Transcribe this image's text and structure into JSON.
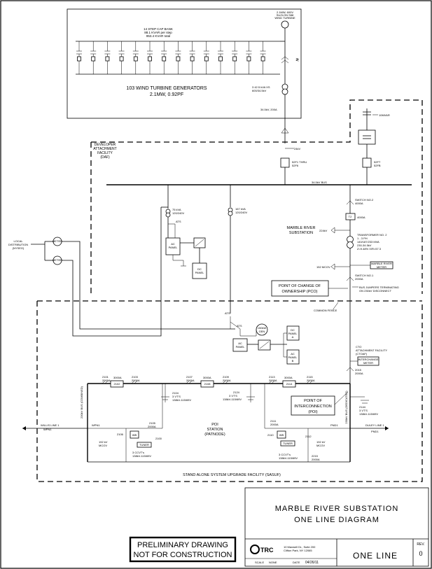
{
  "wind_farm": {
    "cap_bank": [
      "14 STEP CAP BANK",
      "88.1 KVAR per step",
      "953.4 KVAR total"
    ],
    "generators": [
      "103 WIND TURBINE GENERATORS",
      "2.1MW, 0.92PF"
    ],
    "turbine_rating": [
      "2.1MW, 600V",
      "SUZLON S88",
      "WIND TURBINE"
    ],
    "xfmr": [
      "3 42.5 kVA XS",
      "600/34.5kV"
    ],
    "feeder": "34.5kV, 200A"
  },
  "daf": {
    "title": [
      "DEVELOPER",
      "ATTACHMENT",
      "FACILITY",
      "(DAF)"
    ],
    "arrester_24kv": "24kV",
    "bkr_left": [
      "52F1 THRU",
      "52F6"
    ],
    "bkr_right": [
      "52FT",
      "52FB"
    ],
    "cap_rating": "10MVAR",
    "bus": "34.5kV BUS",
    "station_xfmr_1": [
      "75 kVA",
      "120/240V"
    ],
    "station_xfmr_2": [
      "167 kVA",
      "120/240V"
    ],
    "ats": "ATS",
    "ac_panel": [
      "AC",
      "PANEL"
    ],
    "dc_panel": [
      "DC",
      "PANEL"
    ],
    "switch_2": [
      "SWITCH NO.2",
      "4000A"
    ],
    "t2": "T2",
    "t2_rating": "4000A",
    "substation": [
      "MARBLE RIVER",
      "SUBSTATION"
    ],
    "mcov_224": "224kV",
    "transformer": [
      "TRANSFORMER NO. 2",
      "1 - 3 PH",
      "140/187/233 MVA",
      "230-34.5kV",
      "Z=9.48% X/R=57.3"
    ],
    "mcov_152": "152 MCOV",
    "meter": [
      "MARBLE RIVER",
      "METER"
    ],
    "switch_1": [
      "SWITCH NO.1",
      "2000A"
    ]
  },
  "local_dist": [
    "LOCAL",
    "DISTRIBUTION",
    "(NYSEG)"
  ],
  "meter_small": "METER",
  "pco": [
    "POINT OF CHANGE OF",
    "OWNERSHIP (PCO)"
  ],
  "bus_jumpers": [
    "BUS JUMPERS TERMINATING",
    "ON 230kV DISCONNECT"
  ],
  "common_fence": "COMMON FENCE",
  "poi_area": {
    "ats": "ATS",
    "gen": [
      "150kW",
      "GEN"
    ],
    "ac_panel": [
      "AC",
      "PANEL",
      "B"
    ],
    "dc_panel": [
      "DC",
      "PANEL",
      "A"
    ],
    "panel_1": [
      "AC",
      "PANEL"
    ],
    "ctf": [
      "CTO",
      "ATTACHMENT FACILITY",
      "(CTOAF)"
    ],
    "interchange_meter": [
      "INTERCHANGE",
      "METER"
    ],
    "sw_2015": [
      "2015",
      "2000A"
    ],
    "bus_label_left": "230kV BUS (COMBINED)",
    "bus_label_right": "230kV BUS (DEDICATED)",
    "devices": {
      "d2101": [
        "2101",
        "2000A"
      ],
      "d3000a1": "3000A",
      "d2102": "2102",
      "d2103": [
        "2103",
        "2000A"
      ],
      "d2107": [
        "2107",
        "2000A"
      ],
      "d3000a2": "3000A",
      "d2108": "2108",
      "d2109": [
        "2109",
        "2000A"
      ],
      "d2113": [
        "2113",
        "2000A"
      ],
      "d3000a3": "3000A",
      "d2114": "2114",
      "d2115": [
        "2115",
        "2000A"
      ],
      "d2104": "2104",
      "d2124": "2124",
      "d2144": "2144",
      "vt1": [
        "3 VT'S",
        "138kV-115/69V"
      ],
      "vt2": [
        "3 VT'S",
        "138kV-115/69V"
      ],
      "vt3": [
        "3 VT'S",
        "138kV-115/69V"
      ]
    },
    "poi": [
      "POINT OF",
      "INTERCONNECTION",
      "(POI)"
    ],
    "station": [
      "POI",
      "STATION",
      "(PATNODE)"
    ],
    "line_left": [
      "WILLIS LINE 1",
      "WPN1"
    ],
    "line_right": [
      "DULEY LINE 1",
      "PND1"
    ],
    "lv": {
      "wpn1": "WPN1",
      "pnd1": "PND1",
      "d2105": [
        "2105",
        "2000A"
      ],
      "d2106": "2106",
      "d2100": "2100",
      "d2111": [
        "2111",
        "2000A"
      ],
      "d2110": "2110",
      "d2112": "2112",
      "wb": "WB",
      "tuner_l": "TUNER",
      "tuner_r": "TUNER",
      "mcov_l": [
        "192 kV",
        "MCOV"
      ],
      "mcov_r": [
        "192 kV",
        "MCOV"
      ],
      "ccvt_l": [
        "3 CCVT's",
        "138kV-115/69V"
      ],
      "ccvt_r": [
        "3 CCVT's",
        "138kV-115/69V"
      ],
      "d2215": [
        "2215",
        "2000A"
      ]
    },
    "sasuf": "STAND ALONE SYSTEM UPGRADE FACILITY (SASUF)"
  },
  "title_block": {
    "title": [
      "MARBLE RIVER SUBSTATION",
      "ONE LINE DIAGRAM"
    ],
    "prelim": [
      "PRELIMINARY DRAWING",
      "NOT FOR CONSTRUCTION"
    ],
    "company": "TRC",
    "address": [
      "10 Maxwell Dr., Suite 200",
      "Clifton Park, NY 12065"
    ],
    "scale_label": "SCALE",
    "scale_value": "NONE",
    "date_label": "DATE",
    "date_value": "04/26/11",
    "dwg": "ONE LINE",
    "rev_label": "REV.",
    "rev_value": "0"
  }
}
